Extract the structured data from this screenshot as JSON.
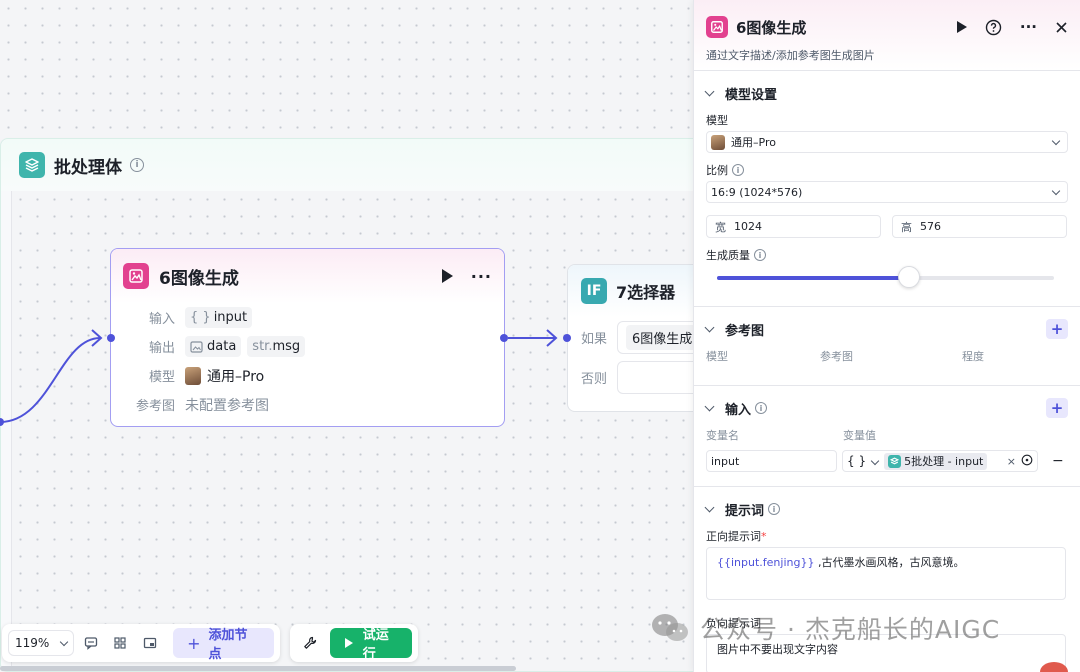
{
  "batch": {
    "title": "批处理体"
  },
  "image_node": {
    "title": "6图像生成",
    "rows": {
      "input_label": "输入",
      "input_var": "input",
      "input_prefix": "{ }",
      "output_label": "输出",
      "output_data": "data",
      "output_str_prefix": "str.",
      "output_msg": "msg",
      "model_label": "模型",
      "model_value": "通用–Pro",
      "ref_label": "参考图",
      "ref_value": "未配置参考图"
    }
  },
  "selector_node": {
    "title": "7选择器",
    "icon_text": "IF",
    "if_label": "如果",
    "if_value": "6图像生成",
    "else_label": "否则"
  },
  "toolbar": {
    "zoom": "119%",
    "add_node": "添加节点",
    "run": "试运行"
  },
  "panel": {
    "title": "6图像生成",
    "description": "通过文字描述/添加参考图生成图片",
    "model_section": "模型设置",
    "model_label": "模型",
    "model_value": "通用–Pro",
    "ratio_label": "比例",
    "ratio_value": "16:9 (1024*576)",
    "width_key": "宽",
    "width_value": "1024",
    "height_key": "高",
    "height_value": "576",
    "quality_label": "生成质量",
    "quality_level": 0.57,
    "ref_section": "参考图",
    "ref_cols": [
      "模型",
      "参考图",
      "程度"
    ],
    "input_section": "输入",
    "var_name_col": "变量名",
    "var_value_col": "变量值",
    "var_name": "input",
    "var_type_symbol": "{ }",
    "var_ref": "5批处理 - input",
    "prompt_section": "提示词",
    "positive_label": "正向提示词",
    "positive_token": "{{input.fenjing}}",
    "positive_text": " ,古代墨水画风格，古风意境。",
    "negative_label": "负向提示词",
    "negative_text": "图片中不要出现文字内容"
  },
  "watermark": "公众号 · 杰克船长的AIGC",
  "colors": {
    "accent": "#4e52d9",
    "run_green": "#17b26a",
    "node_pink": "#e2418f",
    "batch_teal": "#3fb5ac"
  }
}
